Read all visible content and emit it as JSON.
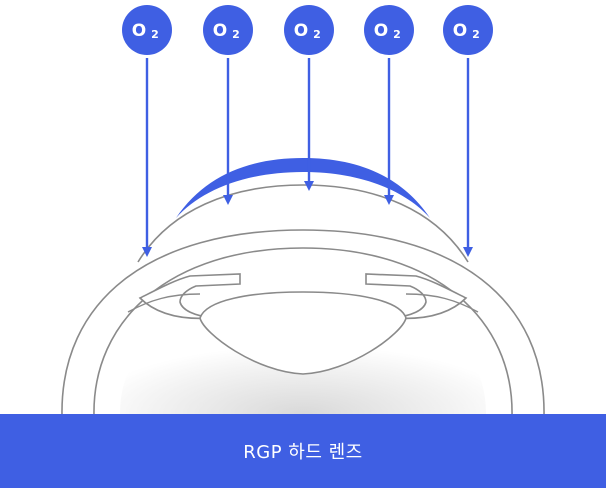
{
  "oxygen": {
    "markers": [
      {
        "symbol": "O",
        "subscript": "2"
      },
      {
        "symbol": "O",
        "subscript": "2"
      },
      {
        "symbol": "O",
        "subscript": "2"
      },
      {
        "symbol": "O",
        "subscript": "2"
      },
      {
        "symbol": "O",
        "subscript": "2"
      }
    ]
  },
  "caption": {
    "text": "RGP 하드 렌즈"
  },
  "colors": {
    "accent": "#3f5fe3",
    "outline": "#8a8a8a",
    "background": "#ffffff"
  }
}
